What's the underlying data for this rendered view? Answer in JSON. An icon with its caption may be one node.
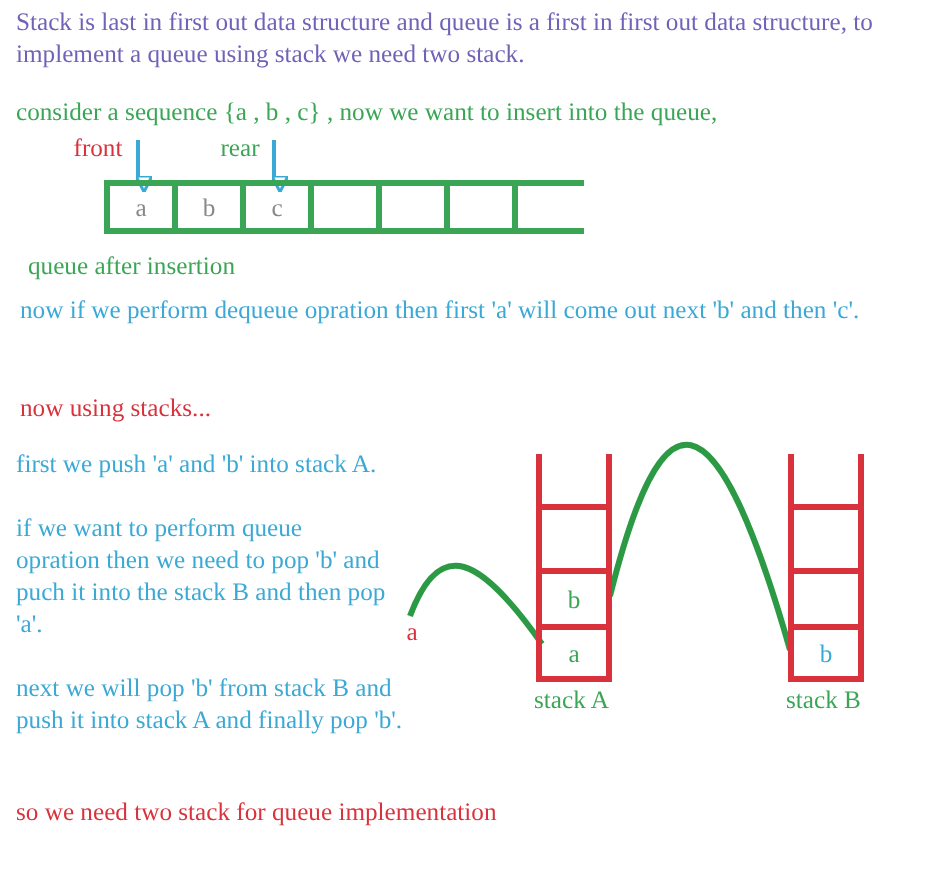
{
  "diagram": {
    "nodes": [
      {
        "text": [
          "front"
        ]
      },
      {
        "text": [
          "rear"
        ]
      },
      {
        "text": [],
        "shape": "box",
        "beside": [
          "queue after insertion"
        ]
      },
      {
        "text": [
          "a"
        ],
        "in": 2
      },
      {
        "text": [
          "b"
        ],
        "in": 2
      },
      {
        "text": [
          "c"
        ],
        "in": 2
      },
      {
        "text": [],
        "shape": "box",
        "in": 2
      },
      {
        "text": [],
        "shape": "box",
        "in": 2
      },
      {
        "text": [],
        "shape": "box",
        "in": 2
      },
      {
        "text": [],
        "shape": "box",
        "in": 2
      },
      {
        "text": [],
        "shape": "box",
        "beside": [
          "stack A"
        ]
      },
      {
        "text": [],
        "shape": "box",
        "in": 10
      },
      {
        "text": [
          "b"
        ],
        "in": 10
      },
      {
        "text": [
          "a"
        ],
        "in": 10
      },
      {
        "text": [
          "a"
        ]
      },
      {
        "text": [],
        "shape": "box",
        "beside": [
          "stack B"
        ]
      },
      {
        "text": [],
        "shape": "box",
        "in": 15
      },
      {
        "text": [],
        "shape": "box",
        "in": 15
      },
      {
        "text": [
          "b"
        ],
        "in": 15
      }
    ],
    "edges": [
      {
        "from": 0,
        "to": 3,
        "arrow": "to",
        "color": "#3aa9d6"
      },
      {
        "from": 1,
        "to": 5,
        "arrow": "to",
        "color": "#3aa9d6"
      },
      {
        "from": 14,
        "to": 13,
        "arrow": "none",
        "color": "#2c9a44"
      },
      {
        "from": 12,
        "to": 18,
        "arrow": "none",
        "color": "#2c9a44"
      }
    ],
    "labels": [
      "Stack is last in first out data structure and queue is a first in first out data structure, to implement a queue using stack we need two stack.",
      "consider a sequence {a , b , c} , now we want to insert into the queue,",
      "now if we perform dequeue opration then first 'a' will come out next 'b' and then 'c'.",
      "now using stacks...",
      "first we push 'a' and 'b' into stack A.",
      "if we want to perform queue opration then we need to pop 'b' and puch it into the stack B and then pop 'a'.",
      "next we will pop 'b' from stack B and push it into stack A and finally pop 'b'.",
      "so we need two stack for queue implementation"
    ]
  }
}
